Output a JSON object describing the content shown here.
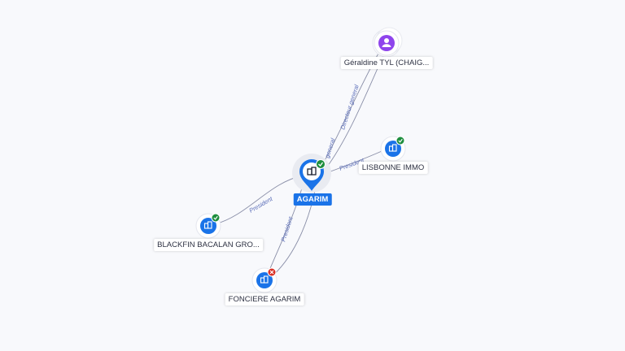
{
  "nodes": {
    "person": {
      "label": "Géraldine TYL (CHAIG...",
      "icon": "person-icon",
      "color": "#8e44ec"
    },
    "agarim": {
      "label": "AGARIM",
      "icon": "building-icon",
      "color": "#1a73e8",
      "status": "active"
    },
    "lisbonne": {
      "label": "LISBONNE IMMO",
      "icon": "building-icon",
      "color": "#1a73e8",
      "status": "active"
    },
    "blackfin": {
      "label": "BLACKFIN BACALAN GRO...",
      "icon": "building-icon",
      "color": "#1a73e8",
      "status": "active"
    },
    "fonciere": {
      "label": "FONCIERE AGARIM",
      "icon": "building-icon",
      "color": "#1a73e8",
      "status": "closed"
    }
  },
  "edges": {
    "directeur_1": "Directeur general",
    "directeur_2": "general",
    "president_lisbonne": "President",
    "president_blackfin": "President",
    "president_fonciere": "President"
  },
  "colors": {
    "active": "#1e8e3e",
    "closed": "#d93025",
    "edge": "#7a7f99",
    "edge_label": "#5a6db8"
  }
}
